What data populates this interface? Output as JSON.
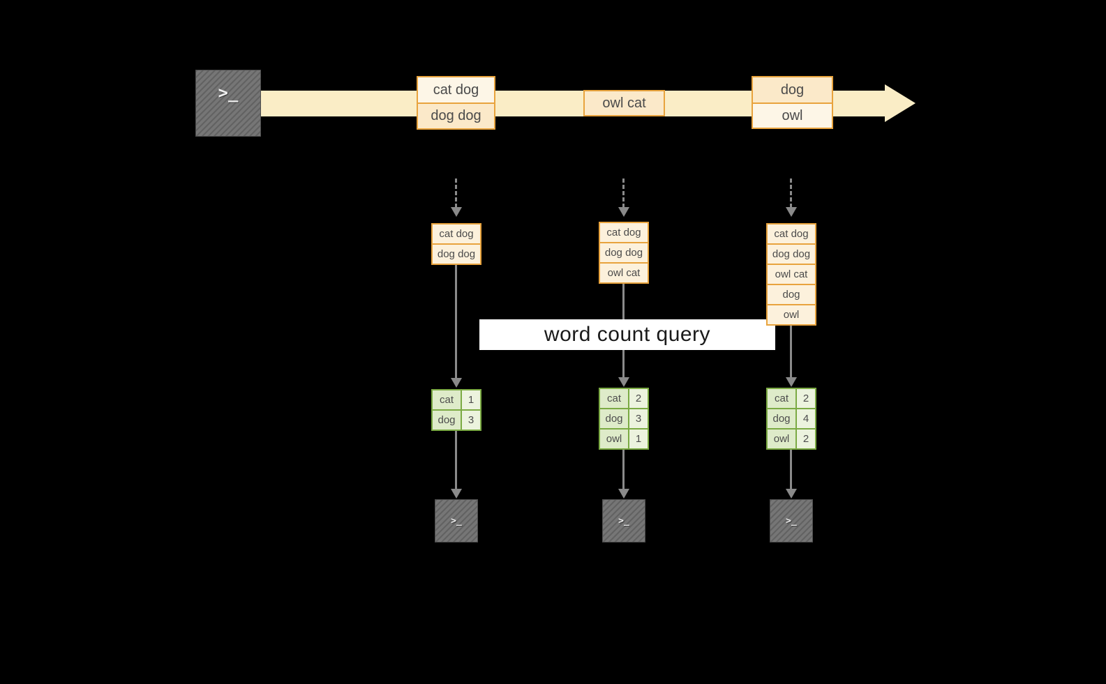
{
  "palette": {
    "background": "#000000",
    "stream_fill": "#FAEDC6",
    "orange_border": "#E8A33D",
    "box_fill_light": "#FDF6E7",
    "box_fill_cream": "#FBE9C9",
    "green_border": "#7BAA43",
    "green_fill": "#DEEBC9",
    "arrow_gray": "#8A8A8A",
    "terminal_gray": "#767676",
    "banner_bg": "#FFFFFF"
  },
  "terminal": {
    "prompt": ">_"
  },
  "banner": {
    "label": "word count query"
  },
  "stream": {
    "events": [
      {
        "lines": [
          "cat dog",
          "dog dog"
        ]
      },
      {
        "lines": [
          "owl cat"
        ]
      },
      {
        "lines": [
          "dog",
          "owl"
        ]
      }
    ]
  },
  "columns": [
    {
      "inputs": [
        "cat dog",
        "dog dog"
      ],
      "counts": [
        {
          "word": "cat",
          "value": "1"
        },
        {
          "word": "dog",
          "value": "3"
        }
      ]
    },
    {
      "inputs": [
        "cat dog",
        "dog dog",
        "owl cat"
      ],
      "counts": [
        {
          "word": "cat",
          "value": "2"
        },
        {
          "word": "dog",
          "value": "3"
        },
        {
          "word": "owl",
          "value": "1"
        }
      ]
    },
    {
      "inputs": [
        "cat dog",
        "dog dog",
        "owl cat",
        "dog",
        "owl"
      ],
      "counts": [
        {
          "word": "cat",
          "value": "2"
        },
        {
          "word": "dog",
          "value": "4"
        },
        {
          "word": "owl",
          "value": "2"
        }
      ]
    }
  ]
}
